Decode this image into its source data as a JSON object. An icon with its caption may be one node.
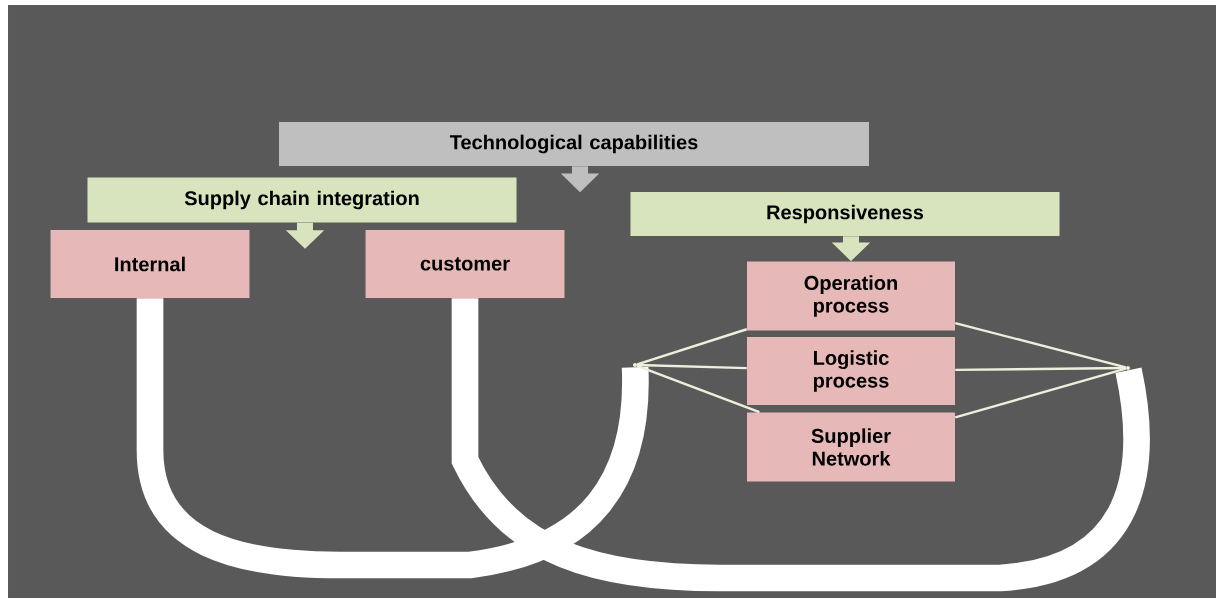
{
  "diagram": {
    "nodes": [
      {
        "text": [
          "Technological capabilities"
        ]
      },
      {
        "text": [
          "Supply chain integration"
        ]
      },
      {
        "text": [
          "Responsiveness"
        ]
      },
      {
        "text": [
          "Internal"
        ]
      },
      {
        "text": [
          "customer"
        ]
      },
      {
        "text": [
          "Operation process"
        ]
      },
      {
        "text": [
          "Logistic process"
        ]
      },
      {
        "text": [
          "Supplier Network"
        ]
      },
      {
        "text": [],
        "shape": "point"
      },
      {
        "text": [],
        "shape": "point"
      }
    ],
    "edges": [
      {
        "from": 0,
        "to": null,
        "arrow": "to",
        "style": "thick",
        "color": "#bfbfbf"
      },
      {
        "from": 1,
        "to": null,
        "arrow": "to",
        "style": "thick",
        "color": "#d7e4bd"
      },
      {
        "from": 2,
        "to": 5,
        "arrow": "to",
        "style": "thick",
        "color": "#d7e4bd"
      },
      {
        "from": 3,
        "to": 8,
        "arrow": "none",
        "style": "thick",
        "color": "#ffffff"
      },
      {
        "from": 4,
        "to": 9,
        "arrow": "none",
        "style": "thick",
        "color": "#ffffff"
      },
      {
        "from": 8,
        "to": 5,
        "arrow": "none"
      },
      {
        "from": 8,
        "to": 6,
        "arrow": "none"
      },
      {
        "from": 8,
        "to": 7,
        "arrow": "none"
      },
      {
        "from": 9,
        "to": 5,
        "arrow": "none"
      },
      {
        "from": 9,
        "to": 6,
        "arrow": "none"
      },
      {
        "from": 9,
        "to": 7,
        "arrow": "none"
      }
    ]
  }
}
